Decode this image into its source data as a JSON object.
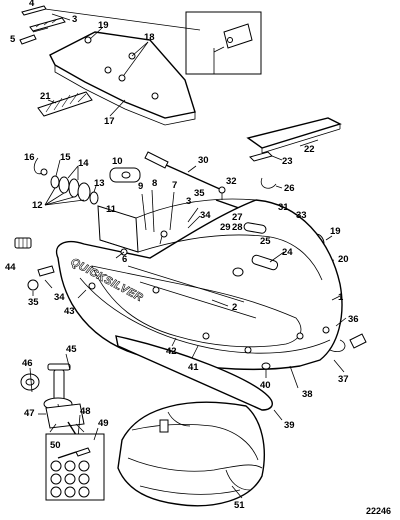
{
  "figure": {
    "id": "22246",
    "brand_label": "QUICKSILVER"
  },
  "callouts": [
    "1",
    "2",
    "3",
    "4",
    "5",
    "6",
    "7",
    "8",
    "9",
    "10",
    "11",
    "12",
    "13",
    "14",
    "15",
    "16",
    "17",
    "18",
    "19",
    "20",
    "21",
    "22",
    "23",
    "24",
    "25",
    "26",
    "27",
    "28",
    "29",
    "30",
    "31",
    "32",
    "33",
    "34",
    "35",
    "36",
    "37",
    "38",
    "39",
    "40",
    "41",
    "42",
    "43",
    "44",
    "45",
    "46",
    "47",
    "48",
    "49",
    "50",
    "51"
  ]
}
